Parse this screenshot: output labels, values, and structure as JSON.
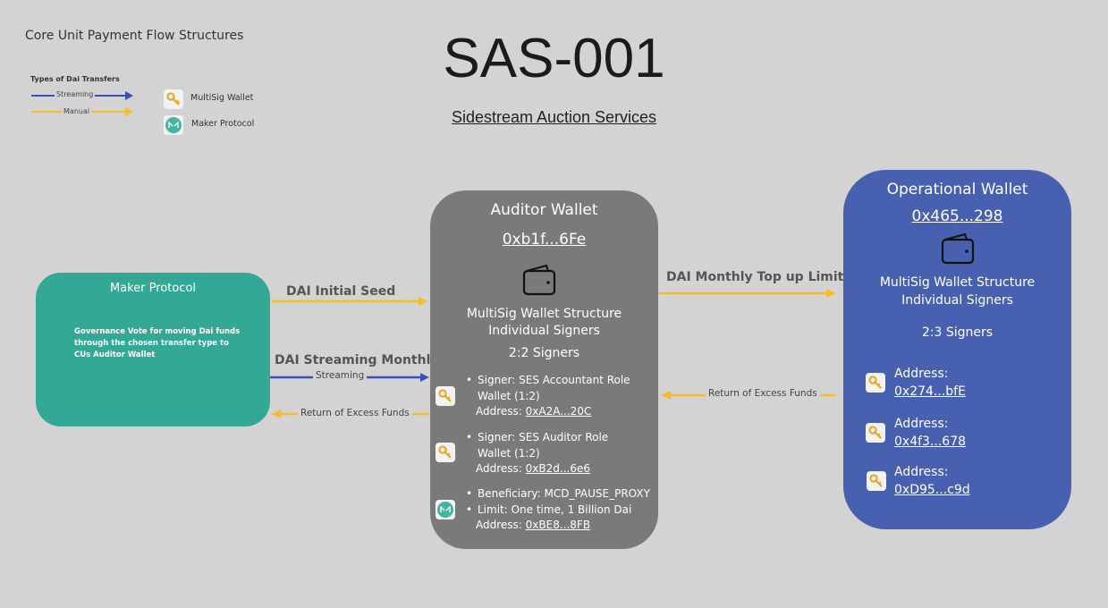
{
  "header": {
    "label": "Core Unit Payment Flow Structures",
    "title": "SAS-001",
    "subtitle": "Sidestream Auction Services"
  },
  "legend": {
    "title": "Types of Dai Transfers",
    "streaming_label": "Streaming",
    "manual_label": "Manual",
    "multisig_label": "MultiSig Wallet",
    "maker_label": "Maker Protocol",
    "colors": {
      "streaming": "#3b4fb8",
      "manual": "#f5bc2c"
    }
  },
  "maker_box": {
    "title": "Maker Protocol",
    "description": "Governance Vote for moving Dai funds through the chosen transfer type to CUs Auditor Wallet"
  },
  "flows": {
    "initial_seed": "DAI Initial Seed",
    "streaming_monthly": "DAI Streaming Monthly",
    "streaming_tag": "Streaming",
    "return_excess_left": "Return of Excess Funds",
    "monthly_topup": "DAI Monthly Top up Limit",
    "return_excess_right": "Return of Excess Funds"
  },
  "auditor_wallet": {
    "title": "Auditor Wallet",
    "address": "0xb1f...6Fe",
    "structure_line1": "MultiSig Wallet Structure",
    "structure_line2": "Individual Signers",
    "signers_count": "2:2 Signers",
    "signer1": {
      "line1": "Signer: SES Accountant Role",
      "line2": "Wallet (1:2)",
      "address_prefix": "Address: ",
      "address": "0xA2A...20C"
    },
    "signer2": {
      "line1": "Signer: SES Auditor Role",
      "line2": "Wallet (1:2)",
      "address_prefix": "Address: ",
      "address": "0xB2d...6e6"
    },
    "beneficiary": {
      "line1": "Beneficiary: MCD_PAUSE_PROXY",
      "line2": "Limit: One time, 1 Billion Dai",
      "address_prefix": "Address: ",
      "address": "0xBE8...8FB"
    }
  },
  "operational_wallet": {
    "title": "Operational Wallet",
    "address": "0x465...298",
    "structure_line1": "MultiSig Wallet Structure",
    "structure_line2": "Individual Signers",
    "signers_count": "2:3 Signers",
    "address_label": "Address:",
    "addresses": [
      "0x274...bfE",
      "0x4f3...678",
      "0xD95...c9d"
    ]
  },
  "icons": {
    "key": "key-icon",
    "maker": "maker-logo-icon",
    "wallet": "wallet-icon"
  }
}
